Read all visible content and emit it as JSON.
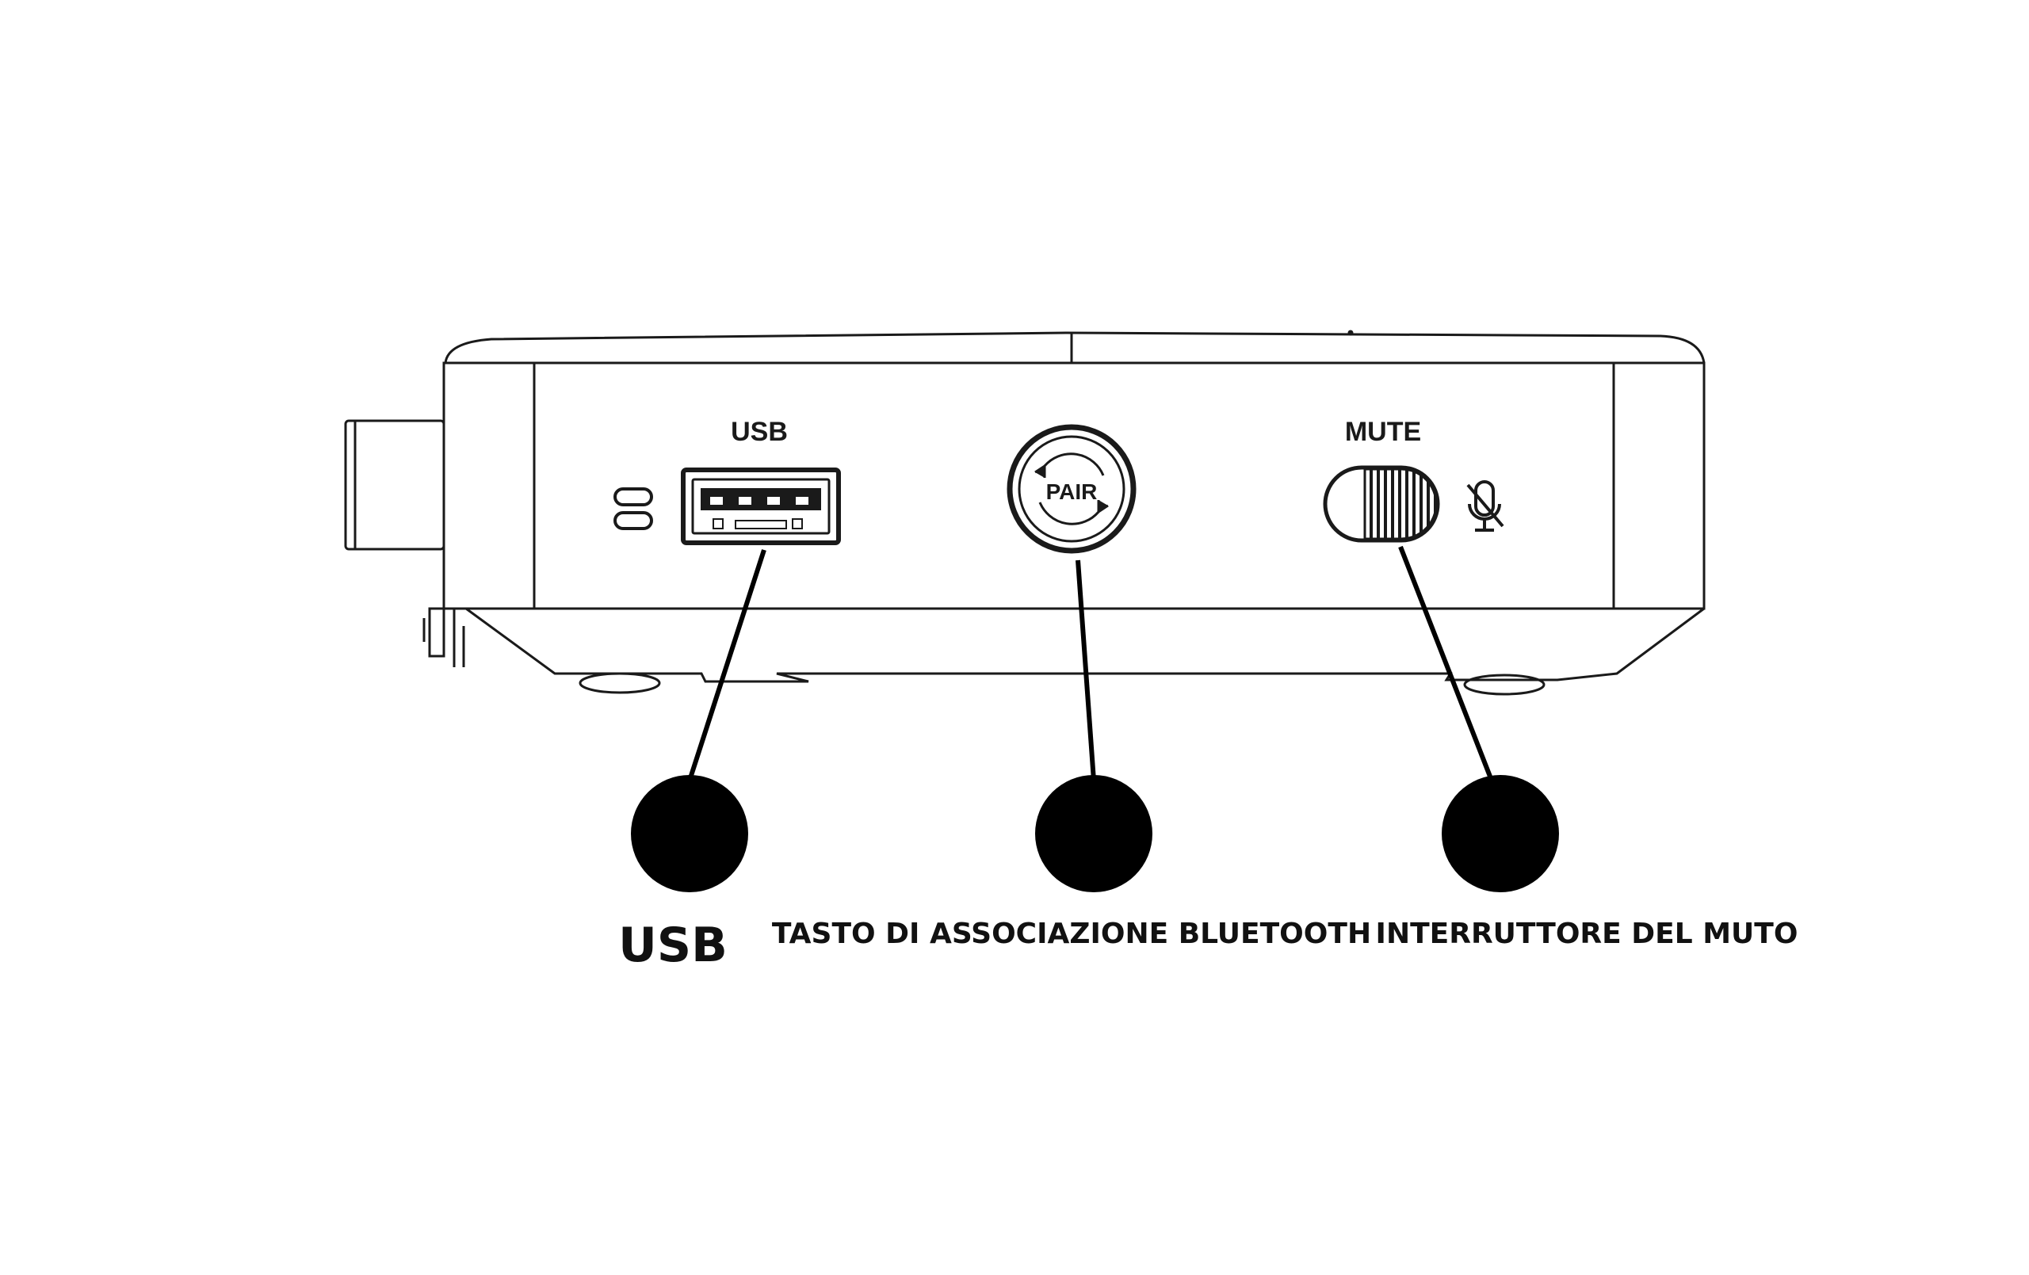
{
  "device": {
    "usb_port_label": "USB",
    "pair_button_label": "PAIR",
    "mute_switch_label": "MUTE",
    "icons": [
      "led-indicator-icon",
      "usb-port-icon",
      "pair-cycle-icon",
      "mic-muted-icon"
    ]
  },
  "callouts": [
    {
      "id": "usb",
      "label": "USB"
    },
    {
      "id": "pair",
      "label": "TASTO DI ASSOCIAZIONE BLUETOOTH"
    },
    {
      "id": "mute",
      "label": "INTERRUTTORE DEL MUTO"
    }
  ],
  "colors": {
    "stroke": "#1a1a1a",
    "callout_dot": "#000000",
    "background": "#ffffff"
  }
}
